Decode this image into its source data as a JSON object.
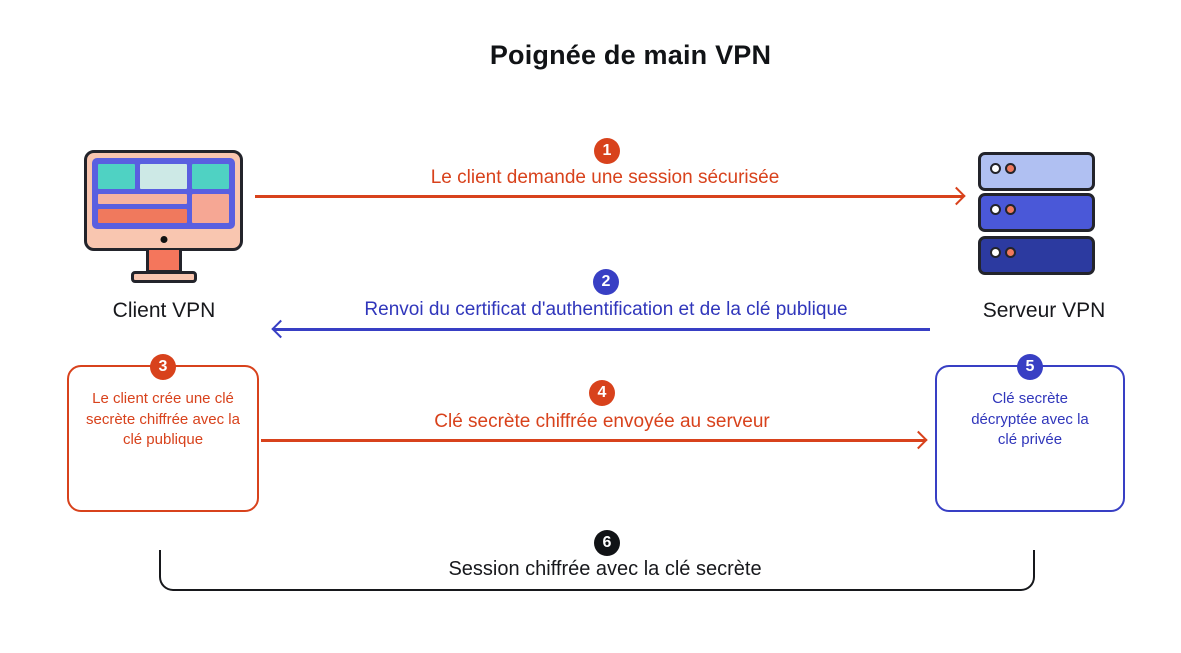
{
  "title": "Poignée de main VPN",
  "colors": {
    "orange": "#d8421c",
    "blue": "#383fc4",
    "black": "#111316",
    "monitor_frame": "#f9c6b0",
    "monitor_screen": "#5a5fe0",
    "teal": "#4fd2c3",
    "server_bar_light": "#b0c0f2",
    "server_bar_medium": "#4a58d8",
    "server_bar_dark": "#2c3aa0"
  },
  "icons": {
    "client": "desktop-monitor-icon",
    "server": "server-stack-icon"
  },
  "client": {
    "label": "Client VPN"
  },
  "server": {
    "label": "Serveur VPN"
  },
  "steps": [
    {
      "num": "1",
      "text": "Le client demande une session sécurisée",
      "color": "orange",
      "kind": "arrow",
      "direction": "client-to-server"
    },
    {
      "num": "2",
      "text": "Renvoi du certificat d'authentification et de la clé publique",
      "color": "blue",
      "kind": "arrow",
      "direction": "server-to-client"
    },
    {
      "num": "3",
      "text": "Le client crée une clé secrète chiffrée avec la clé publique",
      "color": "orange",
      "kind": "box",
      "side": "client"
    },
    {
      "num": "4",
      "text": "Clé secrète chiffrée envoyée au serveur",
      "color": "orange",
      "kind": "arrow",
      "direction": "client-to-server"
    },
    {
      "num": "5",
      "text": "Clé secrète décryptée avec la clé privée",
      "color": "blue",
      "kind": "box",
      "side": "server"
    },
    {
      "num": "6",
      "text": "Session chiffrée avec la clé secrète",
      "color": "black",
      "kind": "bracket",
      "direction": "both"
    }
  ]
}
